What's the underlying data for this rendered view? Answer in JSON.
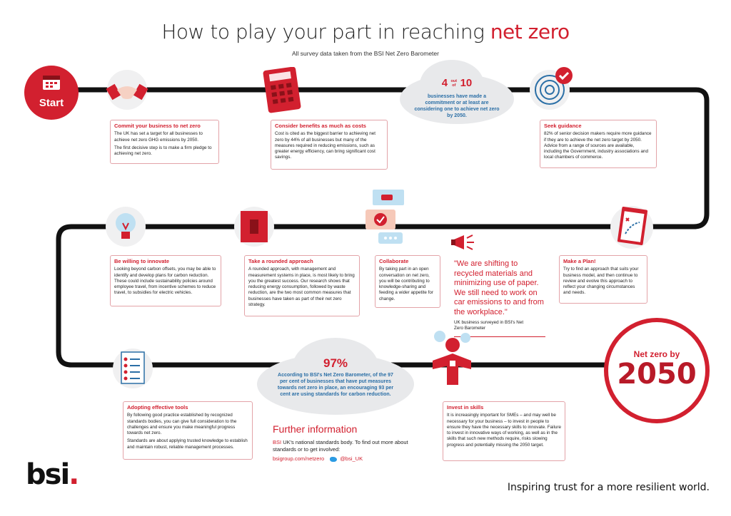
{
  "header": {
    "title_prefix": "How to play your part in reaching ",
    "title_accent": "net zero",
    "subtitle": "All survey data taken from the BSI Net Zero Barometer"
  },
  "colors": {
    "accent": "#d2202f",
    "path": "#111111",
    "cloud": "#e8e9eb",
    "stat_blue": "#2b6fa6"
  },
  "start": {
    "label": "Start"
  },
  "stat_top": {
    "num1": "4",
    "out": "out",
    "of": "of",
    "num2": "10",
    "text": "businesses have made a commitment or at least are considering one to achieve net zero by 2050."
  },
  "steps": [
    {
      "title": "Commit your business to net zero",
      "paragraphs": [
        "The UK has set a target for all businesses to achieve net zero GHG emissions by 2050.",
        "The first decisive step is to make a firm pledge to achieving net zero."
      ],
      "icon": "handshake-icon"
    },
    {
      "title": "Consider benefits as much as costs",
      "paragraphs": [
        "Cost is cited as the biggest barrier to achieving net zero by 44% of all businesses but many of the measures required in reducing emissions, such as greater energy efficiency, can bring significant cost savings."
      ],
      "icon": "calculator-icon"
    },
    {
      "title": "Seek guidance",
      "paragraphs": [
        "82% of senior decision makers require more guidance if they are to achieve the net zero target by 2050. Advice from a range of sources are available, including the Government, industry associations and local chambers of commerce."
      ],
      "icon": "maze-icon"
    },
    {
      "title": "Make a Plan!",
      "paragraphs": [
        "Try to find an approach that suits your business model, and then continue to review and evolve this approach to reflect your changing circumstances and needs."
      ],
      "icon": "clipboard-plan-icon"
    },
    {
      "title": "Collaborate",
      "paragraphs": [
        "By taking part in an open conversation on net zero, you will be contributing to knowledge-sharing and feeding a wider appetite for change."
      ],
      "icon": "chat-icon"
    },
    {
      "title": "Take a rounded approach",
      "paragraphs": [
        "A rounded approach, with management and measurement systems in place, is most likely to bring you the greatest success. Our research shows that reducing energy consumption, followed by waste reduction, are the two most common measures that businesses have taken as part of their net zero strategy."
      ],
      "icon": "switch-icon"
    },
    {
      "title": "Be willing to innovate",
      "paragraphs": [
        "Looking beyond carbon offsets, you may be able to identify and develop plans for carbon reduction. These could include sustainability policies around employee travel, from incentive schemes to reduce travel, to subsidies for electric vehicles."
      ],
      "icon": "lightbulb-icon"
    },
    {
      "title": "Adopting effective tools",
      "paragraphs": [
        "By following good practice established by recognized standards bodies, you can give full consideration to the challenges and ensure you make meaningful progress towards net zero.",
        "Standards are about applying trusted knowledge to establish and maintain robust, reliable management processes."
      ],
      "icon": "checklist-icon"
    },
    {
      "title": "Invest in skills",
      "paragraphs": [
        "It is increasingly important for SMEs – and may well be necessary for your business – to invest in people to ensure they have the necessary skills to innovate. Failure to invest in innovative ways of working, as well as in the skills that such new methods require, risks slowing progress and potentially missing the 2050 target."
      ],
      "icon": "investor-icon"
    }
  ],
  "quote": {
    "text": "\"We are shifting to recycled materials and minimizing use of paper. We still need to work on car emissions to and from the workplace.\"",
    "source": "UK business surveyed in BSI's Net Zero Barometer"
  },
  "stat_bottom": {
    "percent": "97%",
    "text": "According to BSI's Net Zero Barometer, of the 97 per cent of businesses that have put measures towards net zero in place, an encouraging 93 per cent are using standards for carbon reduction."
  },
  "further": {
    "title": "Further information",
    "bsi": "BSI",
    "text": "UK's national standards body. To find out more about standards or to get involved:",
    "link": "bsigroup.com/netzero",
    "twitter": "@bsi_UK"
  },
  "goal": {
    "line1": "Net zero by",
    "line2": "2050"
  },
  "footer": {
    "logo_text": "bsi",
    "logo_dot": ".",
    "tagline": "Inspiring trust for a more resilient world."
  }
}
